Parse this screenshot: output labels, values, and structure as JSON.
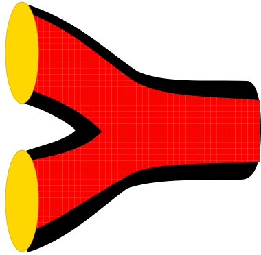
{
  "colors": {
    "background": "#ffffff",
    "wall": "#000000",
    "lumen": "#ff0000",
    "mesh": "#ffff99",
    "opening_fill": "#ffd700",
    "opening_edge": "#e6b800"
  },
  "diagram": {
    "shape": "bifurcating-tube",
    "branches": 2,
    "outlet": 1,
    "surface": "mesh-grid"
  }
}
